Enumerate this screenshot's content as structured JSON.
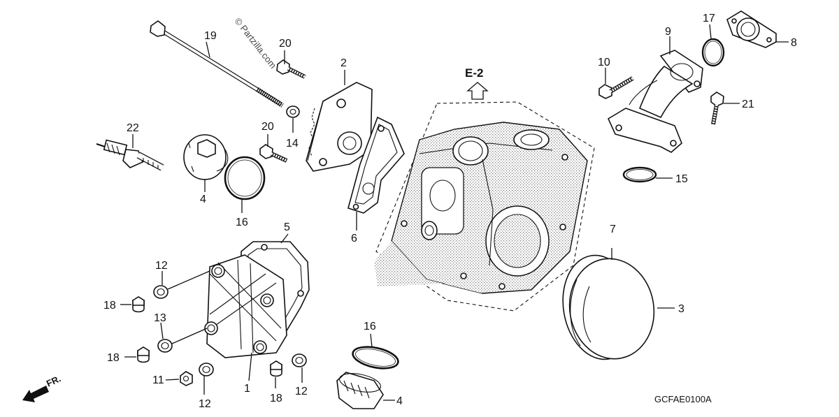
{
  "watermark": "© Partzilla.com",
  "section_label": "E-2",
  "diagram_code": "GCFAE0100A",
  "direction_label": "FR.",
  "callouts": {
    "c1": "1",
    "c2": "2",
    "c3": "3",
    "c4a": "4",
    "c4b": "4",
    "c5": "5",
    "c6": "6",
    "c7": "7",
    "c8": "8",
    "c9": "9",
    "c10": "10",
    "c11": "11",
    "c12a": "12",
    "c12b": "12",
    "c12c": "12",
    "c13": "13",
    "c14": "14",
    "c15": "15",
    "c16a": "16",
    "c16b": "16",
    "c17": "17",
    "c18a": "18",
    "c18b": "18",
    "c18c": "18",
    "c19": "19",
    "c20a": "20",
    "c20b": "20",
    "c21": "21",
    "c22": "22"
  }
}
